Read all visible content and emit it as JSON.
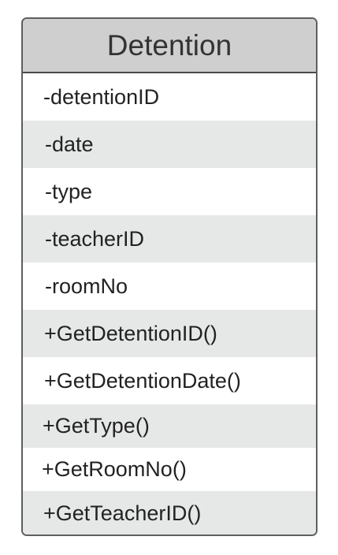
{
  "class_box": {
    "name": "Detention",
    "attributes": [
      "-detentionID",
      "-date",
      "-type",
      "-teacherID",
      "-roomNo"
    ],
    "methods": [
      "+GetDetentionID()",
      "+GetDetentionDate()",
      "+GetType()",
      "+GetRoomNo()",
      "+GetTeacherID()"
    ]
  },
  "colors": {
    "header_fill": "#cfcfcf",
    "shaded_row": "#e6e7e7",
    "plain_row": "#ffffff",
    "border": "#5f5f5f"
  }
}
